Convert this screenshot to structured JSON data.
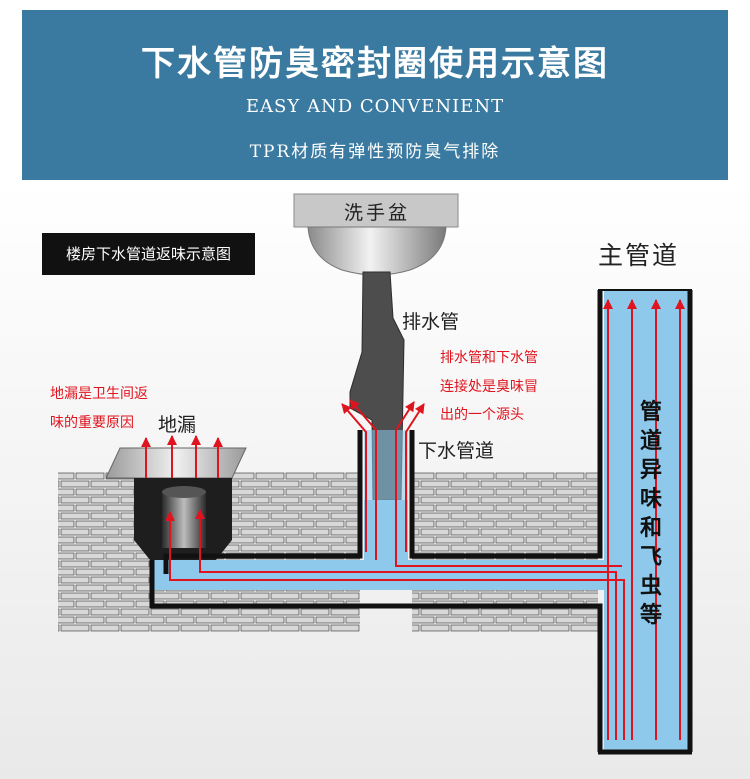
{
  "header": {
    "title": "下水管防臭密封圈使用示意图",
    "subtitle_en": "EASY AND CONVENIENT",
    "subtitle_cn": "TPR材质有弹性预防臭气排除"
  },
  "diagram": {
    "tag": "楼房下水管道返味示意图",
    "labels": {
      "basin": "洗手盆",
      "drain_pipe": "排水管",
      "down_pipe": "下水管道",
      "floor_drain": "地漏",
      "main_pipe": "主管道"
    },
    "notes": {
      "floor_drain_note_line1": "地漏是卫生间返",
      "floor_drain_note_line2": "味的重要原因",
      "joint_note_line1": "排水管和下水管",
      "joint_note_line2": "连接处是臭味冒",
      "joint_note_line3": "出的一个源头"
    },
    "main_pipe_note": "管道异味和飞虫等"
  },
  "colors": {
    "banner": "#3a7aa0",
    "water": "#8ec9ec",
    "arrow": "#e0141e",
    "pipe_wall": "#111111"
  }
}
